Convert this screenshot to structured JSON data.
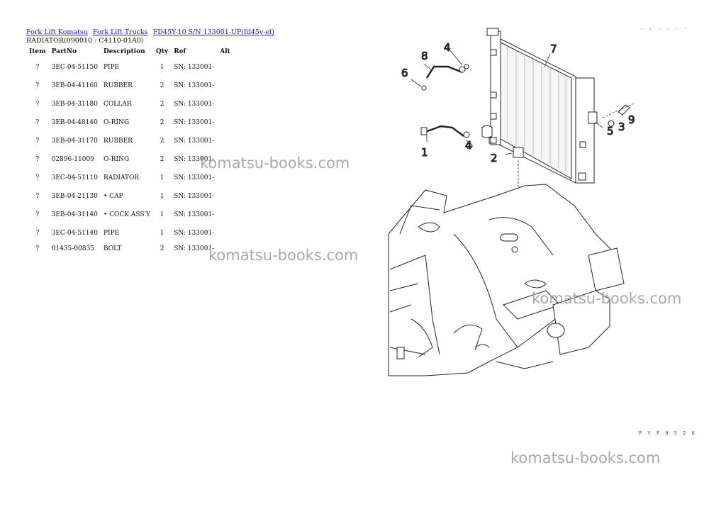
{
  "breadcrumb": {
    "link1": "Fork Lift Komatsu",
    "link2": "Fork Lift Trucks",
    "link3": "FD45Y-10 S/N 133001-UP(fd45y-el)"
  },
  "subtitle": "RADIATOR(090010 : C4110-01A0)",
  "table": {
    "headers": {
      "item": "Item",
      "partno": "PartNo",
      "description": "Description",
      "qty": "Qty",
      "ref": "Ref",
      "alt": "Alt"
    },
    "rows": [
      {
        "item": "?",
        "partno": "3EC-04-51150",
        "description": "PIPE",
        "qty": "1",
        "ref": "SN: 133001-",
        "alt": ""
      },
      {
        "item": "?",
        "partno": "3EB-04-41160",
        "description": "RUBBER",
        "qty": "2",
        "ref": "SN: 133001-",
        "alt": ""
      },
      {
        "item": "?",
        "partno": "3EB-04-31180",
        "description": "COLLAR",
        "qty": "2",
        "ref": "SN: 133001-",
        "alt": ""
      },
      {
        "item": "?",
        "partno": "3EB-04-48140",
        "description": "O-RING",
        "qty": "2",
        "ref": "SN: 133001-",
        "alt": ""
      },
      {
        "item": "?",
        "partno": "3EB-04-31170",
        "description": "RUBBER",
        "qty": "2",
        "ref": "SN: 133001-",
        "alt": ""
      },
      {
        "item": "?",
        "partno": "02896-11009",
        "description": "O-RING",
        "qty": "2",
        "ref": "SN: 133001-",
        "alt": ""
      },
      {
        "item": "?",
        "partno": "3EC-04-51110",
        "description": "RADIATOR",
        "qty": "1",
        "ref": "SN: 133001-",
        "alt": ""
      },
      {
        "item": "?",
        "partno": "3EB-04-21130",
        "description": "• CAP",
        "qty": "1",
        "ref": "SN: 133001-",
        "alt": ""
      },
      {
        "item": "?",
        "partno": "3EB-04-31140",
        "description": "• COCK ASS'Y",
        "qty": "1",
        "ref": "SN: 133001-",
        "alt": ""
      },
      {
        "item": "?",
        "partno": "3EC-04-51140",
        "description": "PIPE",
        "qty": "1",
        "ref": "SN: 133001-",
        "alt": ""
      },
      {
        "item": "?",
        "partno": "01435-00835",
        "description": "BOLT",
        "qty": "2",
        "ref": "SN: 133001-",
        "alt": ""
      }
    ]
  },
  "diagram": {
    "callouts": {
      "c1": "1",
      "c2": "2",
      "c3": "3",
      "c4a": "4",
      "c4b": "4",
      "c5": "5",
      "c6": "6",
      "c7": "7",
      "c8": "8",
      "c9": "9"
    },
    "drawing_code": "P Y F 0 5 2 6",
    "top_code": ". . . . . ."
  },
  "watermark": "komatsu-books.com"
}
